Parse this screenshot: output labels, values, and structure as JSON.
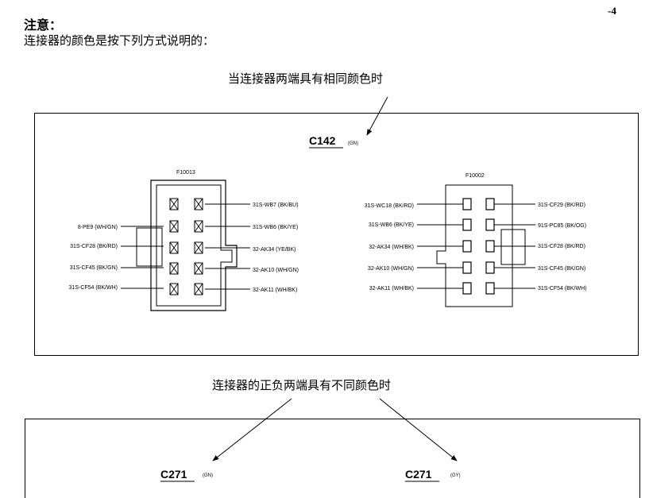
{
  "page": {
    "number": "-4",
    "note_title": "注意：",
    "note_text": "连接器的颜色是按下列方式说明的：",
    "caption_same": "当连接器两端具有相同颜色时",
    "caption_diff": "连接器的正负两端具有不同颜色时"
  },
  "diagram1": {
    "connector_id": "C142",
    "connector_color": "(GN)",
    "left": {
      "part": "F10013",
      "wires_left": [
        "8-PE9 (WH/GN)",
        "31S-CF28 (BK/RD)",
        "31S-CF45 (BK/GN)",
        "31S-CF54 (BK/WH)"
      ],
      "wires_right": [
        "31S-WB7 (BK/BU)",
        "31S-WB6 (BK/YE)",
        "32-AK34 (YE/BK)",
        "32-AK10 (WH/GN)",
        "32-AK11 (WH/BK)"
      ]
    },
    "right": {
      "part": "F10002",
      "wires_left": [
        "31S-WC18 (BK/RD)",
        "31S-WB6 (BK/YE)",
        "32-AK34 (WH/BK)",
        "32-AK10 (WH/GN)",
        "32-AK11 (WH/BK)"
      ],
      "wires_right": [
        "31S-CF29 (BK/RD)",
        "91S-PC85 (BK/OG)",
        "31S-CF28 (BK/RD)",
        "31S-CF45 (BK/GN)",
        "31S-CF54 (BK/WH)"
      ]
    }
  },
  "diagram2": {
    "left": {
      "connector_id": "C271",
      "connector_color": "(GN)"
    },
    "right": {
      "connector_id": "C271",
      "connector_color": "(GY)"
    }
  }
}
